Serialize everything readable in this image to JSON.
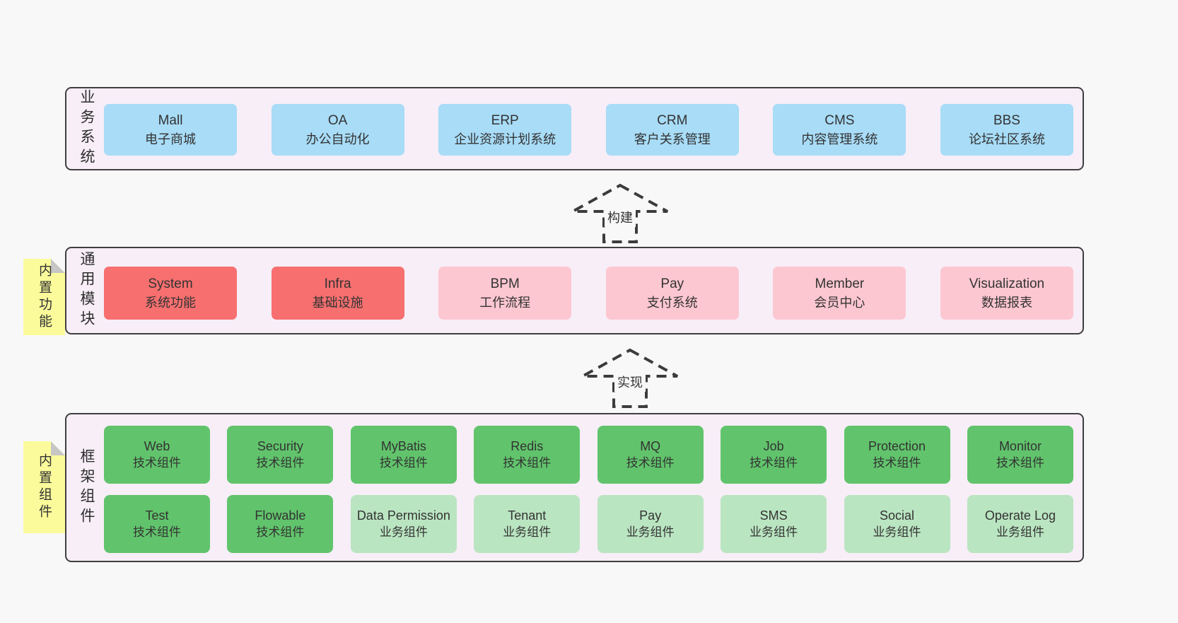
{
  "colors": {
    "page_bg": "#f8f8f8",
    "container_bg": "#f7eef7",
    "container_border": "#3f3f3f",
    "box_blue": "#a8dcf7",
    "box_red": "#f76f6f",
    "box_pink": "#fdc7d1",
    "box_green": "#61c46c",
    "box_light_green": "#bae5c1",
    "sticky_yellow": "#fbfb9b",
    "sticky_fold_gray": "#c6c6c6",
    "text": "#333333"
  },
  "arrows": [
    {
      "label": "构建"
    },
    {
      "label": "实现"
    }
  ],
  "layers": [
    {
      "label": "业务系统",
      "boxes": [
        {
          "name": "Mall",
          "desc": "电子商城"
        },
        {
          "name": "OA",
          "desc": "办公自动化"
        },
        {
          "name": "ERP",
          "desc": "企业资源计划系统"
        },
        {
          "name": "CRM",
          "desc": "客户关系管理"
        },
        {
          "name": "CMS",
          "desc": "内容管理系统"
        },
        {
          "name": "BBS",
          "desc": "论坛社区系统"
        }
      ]
    },
    {
      "label": "通用模块",
      "tag": "内置功能",
      "boxes": [
        {
          "name": "System",
          "desc": "系统功能"
        },
        {
          "name": "Infra",
          "desc": "基础设施"
        },
        {
          "name": "BPM",
          "desc": "工作流程"
        },
        {
          "name": "Pay",
          "desc": "支付系统"
        },
        {
          "name": "Member",
          "desc": "会员中心"
        },
        {
          "name": "Visualization",
          "desc": "数据报表"
        }
      ]
    },
    {
      "label": "框架组件",
      "tag": "内置组件",
      "row1": [
        {
          "name": "Web",
          "desc": "技术组件"
        },
        {
          "name": "Security",
          "desc": "技术组件"
        },
        {
          "name": "MyBatis",
          "desc": "技术组件"
        },
        {
          "name": "Redis",
          "desc": "技术组件"
        },
        {
          "name": "MQ",
          "desc": "技术组件"
        },
        {
          "name": "Job",
          "desc": "技术组件"
        },
        {
          "name": "Protection",
          "desc": "技术组件"
        },
        {
          "name": "Monitor",
          "desc": "技术组件"
        }
      ],
      "row2": [
        {
          "name": "Test",
          "desc": "技术组件"
        },
        {
          "name": "Flowable",
          "desc": "技术组件"
        },
        {
          "name": "Data Permission",
          "desc": "业务组件"
        },
        {
          "name": "Tenant",
          "desc": "业务组件"
        },
        {
          "name": "Pay",
          "desc": "业务组件"
        },
        {
          "name": "SMS",
          "desc": "业务组件"
        },
        {
          "name": "Social",
          "desc": "业务组件"
        },
        {
          "name": "Operate Log",
          "desc": "业务组件"
        }
      ]
    }
  ]
}
